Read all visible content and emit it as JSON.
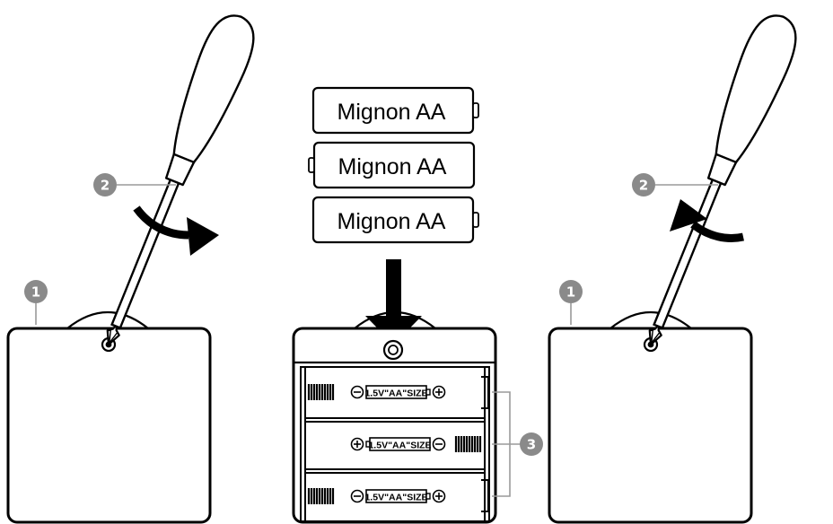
{
  "battery_label": "Mignon AA",
  "slot_label": "1.5V\"AA\"SIZE",
  "callouts": {
    "one": "1",
    "two": "2",
    "three": "3"
  },
  "colors": {
    "callout_fill": "#8a8a8a",
    "callout_line": "#9a9a9a",
    "stroke": "#000000",
    "background": "#ffffff"
  },
  "icons": {
    "screwdriver": "screwdriver-icon",
    "rotate_cw": "rotate-clockwise-arrow",
    "rotate_ccw": "rotate-counterclockwise-arrow",
    "insert_arrow": "down-arrow",
    "spring": "spring-contact",
    "plus": "plus-pole",
    "minus": "minus-pole"
  }
}
